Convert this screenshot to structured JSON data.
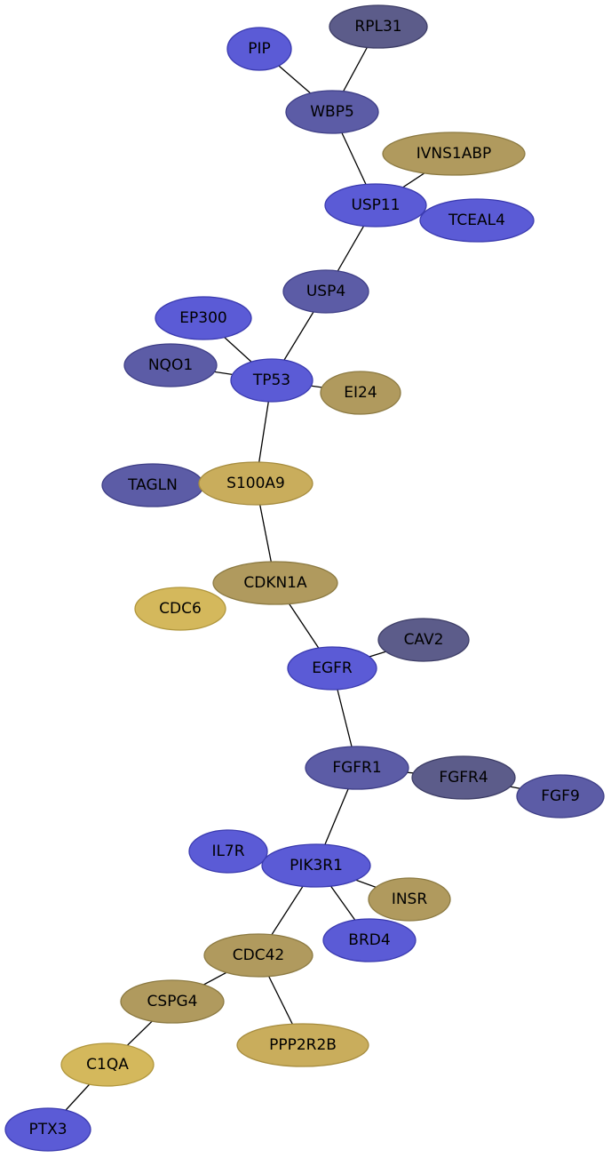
{
  "colors": {
    "blue": "#5b5bd6",
    "blue_stroke": "#3a3aaf",
    "slate": "#5c5ca6",
    "slate_stroke": "#3e3e86",
    "dark_slate": "#5c5c8a",
    "dark_slate_stroke": "#3d3d66",
    "olive": "#b09a5e",
    "olive_stroke": "#8c7a42",
    "gold": "#c9ad5c",
    "gold_stroke": "#a68c3e",
    "yellow": "#d4b85c",
    "yellow_stroke": "#b0963c"
  },
  "nodes": [
    {
      "id": "RPL31",
      "label": "RPL31",
      "color": "dark_slate"
    },
    {
      "id": "PIP",
      "label": "PIP",
      "color": "blue"
    },
    {
      "id": "WBP5",
      "label": "WBP5",
      "color": "slate"
    },
    {
      "id": "IVNS1ABP",
      "label": "IVNS1ABP",
      "color": "olive"
    },
    {
      "id": "USP11",
      "label": "USP11",
      "color": "blue"
    },
    {
      "id": "TCEAL4",
      "label": "TCEAL4",
      "color": "blue"
    },
    {
      "id": "USP4",
      "label": "USP4",
      "color": "slate"
    },
    {
      "id": "EP300",
      "label": "EP300",
      "color": "blue"
    },
    {
      "id": "NQO1",
      "label": "NQO1",
      "color": "slate"
    },
    {
      "id": "TP53",
      "label": "TP53",
      "color": "blue"
    },
    {
      "id": "EI24",
      "label": "EI24",
      "color": "olive"
    },
    {
      "id": "TAGLN",
      "label": "TAGLN",
      "color": "slate"
    },
    {
      "id": "S100A9",
      "label": "S100A9",
      "color": "gold"
    },
    {
      "id": "CDKN1A",
      "label": "CDKN1A",
      "color": "olive"
    },
    {
      "id": "CDC6",
      "label": "CDC6",
      "color": "yellow"
    },
    {
      "id": "CAV2",
      "label": "CAV2",
      "color": "dark_slate"
    },
    {
      "id": "EGFR",
      "label": "EGFR",
      "color": "blue"
    },
    {
      "id": "FGFR1",
      "label": "FGFR1",
      "color": "slate"
    },
    {
      "id": "FGFR4",
      "label": "FGFR4",
      "color": "dark_slate"
    },
    {
      "id": "FGF9",
      "label": "FGF9",
      "color": "slate"
    },
    {
      "id": "IL7R",
      "label": "IL7R",
      "color": "blue"
    },
    {
      "id": "PIK3R1",
      "label": "PIK3R1",
      "color": "blue"
    },
    {
      "id": "INSR",
      "label": "INSR",
      "color": "olive"
    },
    {
      "id": "BRD4",
      "label": "BRD4",
      "color": "blue"
    },
    {
      "id": "CDC42",
      "label": "CDC42",
      "color": "olive"
    },
    {
      "id": "CSPG4",
      "label": "CSPG4",
      "color": "olive"
    },
    {
      "id": "PPP2R2B",
      "label": "PPP2R2B",
      "color": "gold"
    },
    {
      "id": "C1QA",
      "label": "C1QA",
      "color": "yellow"
    },
    {
      "id": "PTX3",
      "label": "PTX3",
      "color": "blue"
    }
  ],
  "edges": [
    [
      "PIP",
      "WBP5"
    ],
    [
      "RPL31",
      "WBP5"
    ],
    [
      "WBP5",
      "USP11"
    ],
    [
      "IVNS1ABP",
      "USP11"
    ],
    [
      "USP11",
      "USP4"
    ],
    [
      "USP4",
      "TP53"
    ],
    [
      "EP300",
      "TP53"
    ],
    [
      "NQO1",
      "TP53"
    ],
    [
      "TP53",
      "EI24"
    ],
    [
      "TP53",
      "S100A9"
    ],
    [
      "S100A9",
      "CDKN1A"
    ],
    [
      "CDKN1A",
      "EGFR"
    ],
    [
      "EGFR",
      "CAV2"
    ],
    [
      "EGFR",
      "FGFR1"
    ],
    [
      "FGFR1",
      "FGFR4"
    ],
    [
      "FGFR4",
      "FGF9"
    ],
    [
      "FGFR1",
      "PIK3R1"
    ],
    [
      "PIK3R1",
      "INSR"
    ],
    [
      "PIK3R1",
      "BRD4"
    ],
    [
      "PIK3R1",
      "CDC42"
    ],
    [
      "CDC42",
      "CSPG4"
    ],
    [
      "CDC42",
      "PPP2R2B"
    ],
    [
      "CSPG4",
      "C1QA"
    ],
    [
      "C1QA",
      "PTX3"
    ]
  ]
}
